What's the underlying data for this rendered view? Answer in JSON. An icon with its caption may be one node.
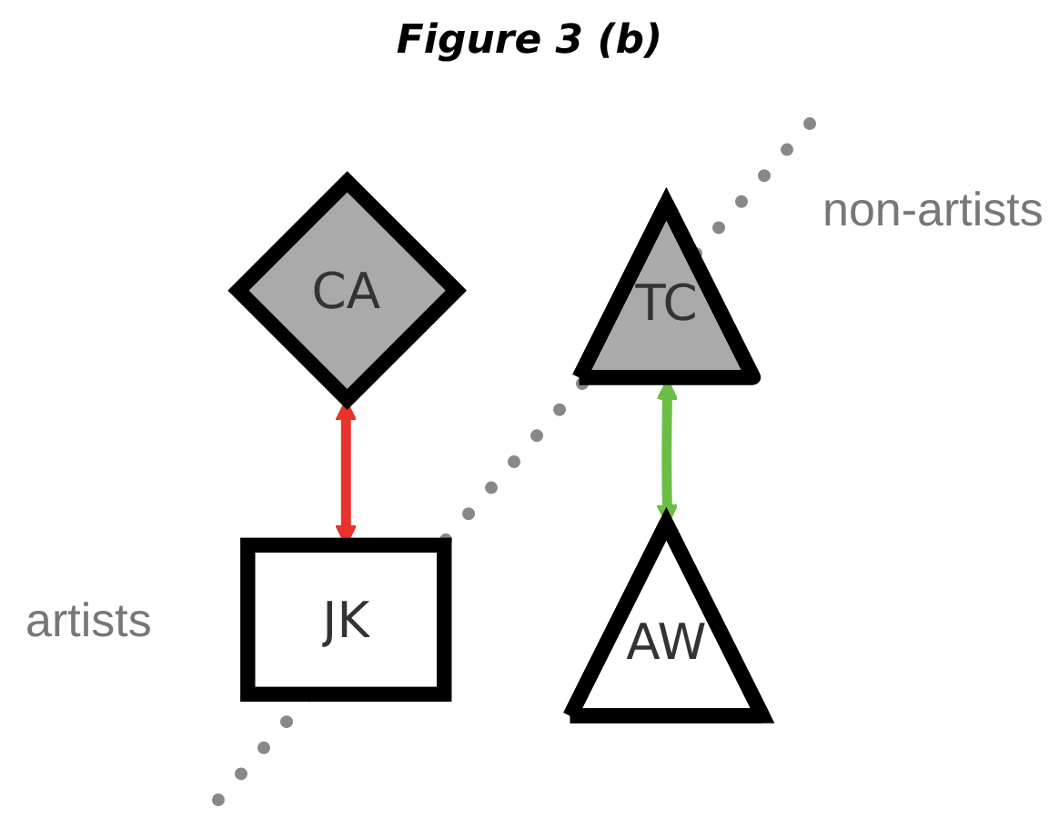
{
  "diagram": {
    "title": "Figure 3 (b)",
    "nodes": [
      {
        "text": [
          "CA"
        ]
      },
      {
        "text": [
          "TC"
        ]
      },
      {
        "text": [
          "AW"
        ]
      },
      {
        "text": [
          "JK"
        ]
      }
    ],
    "edges": [
      {
        "from": 0,
        "to": 3,
        "arrow": "both",
        "color": "#e8322b"
      },
      {
        "from": 1,
        "to": 2,
        "arrow": "both",
        "color": "#6cbd45"
      }
    ],
    "labels": [
      "non-artists",
      "artists"
    ]
  }
}
